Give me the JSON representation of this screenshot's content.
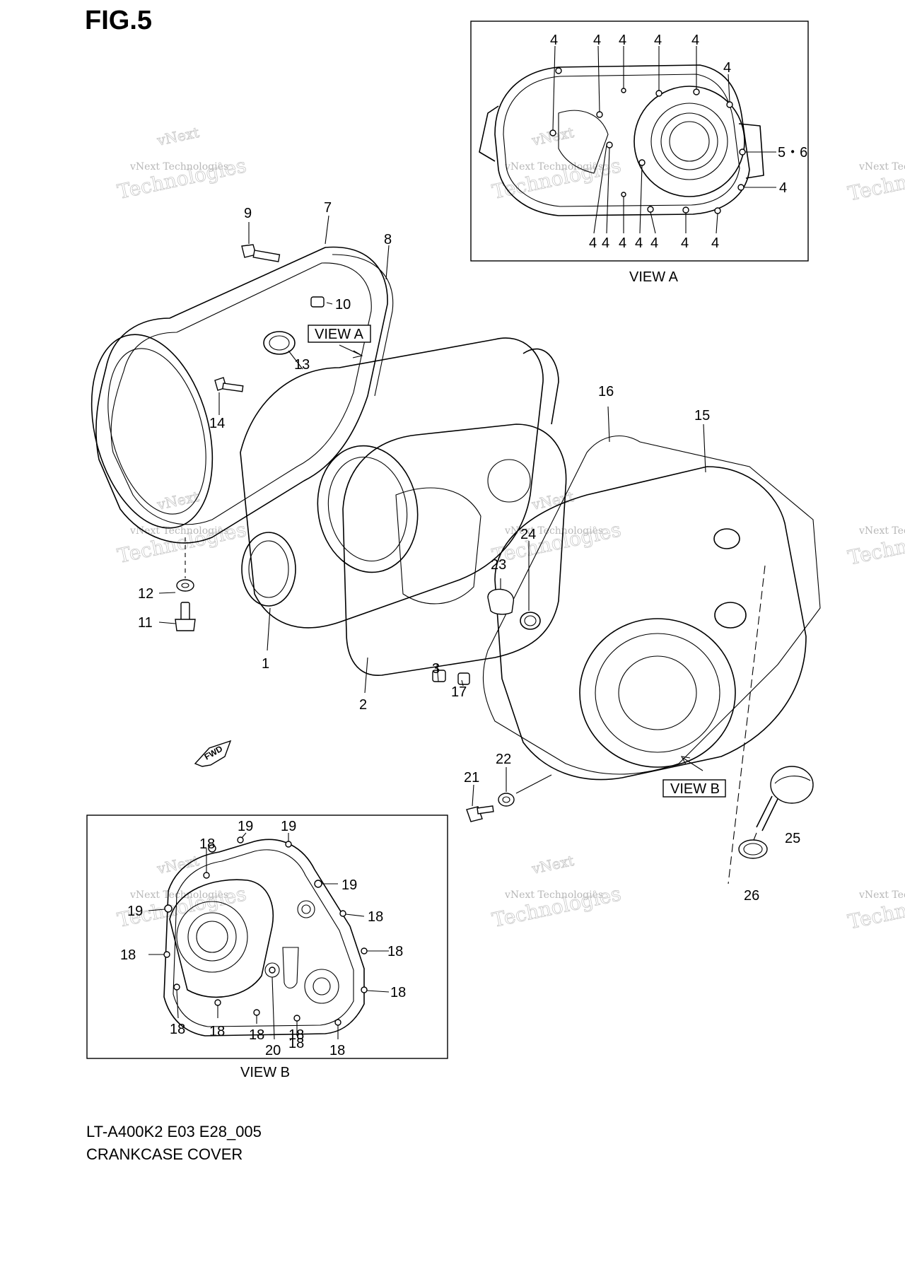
{
  "figure": {
    "title": "FIG.5",
    "model_code": "LT-A400K2 E03 E28_005",
    "name": "CRANKCASE COVER"
  },
  "watermark": {
    "line1": "vNext",
    "line2": "vNext Technologies",
    "line3": "Technologies"
  },
  "views": {
    "view_a_caption": "VIEW A",
    "view_b_caption": "VIEW B",
    "view_a_ref": "VIEW A",
    "view_b_ref": "VIEW B",
    "fwd": "FWD"
  },
  "view_a_labels": [
    "4",
    "4",
    "4",
    "4",
    "4",
    "4",
    "5・6",
    "4",
    "4",
    "4",
    "4",
    "4",
    "4",
    "4",
    "4"
  ],
  "view_b_labels": [
    "19",
    "19",
    "18",
    "19",
    "19",
    "18",
    "18",
    "18",
    "18",
    "18",
    "18",
    "18",
    "18",
    "20",
    "18",
    "18"
  ],
  "main_labels": [
    "9",
    "7",
    "8",
    "10",
    "13",
    "14",
    "12",
    "11",
    "1",
    "2",
    "3",
    "17",
    "16",
    "15",
    "24",
    "23",
    "22",
    "21",
    "25",
    "26"
  ]
}
